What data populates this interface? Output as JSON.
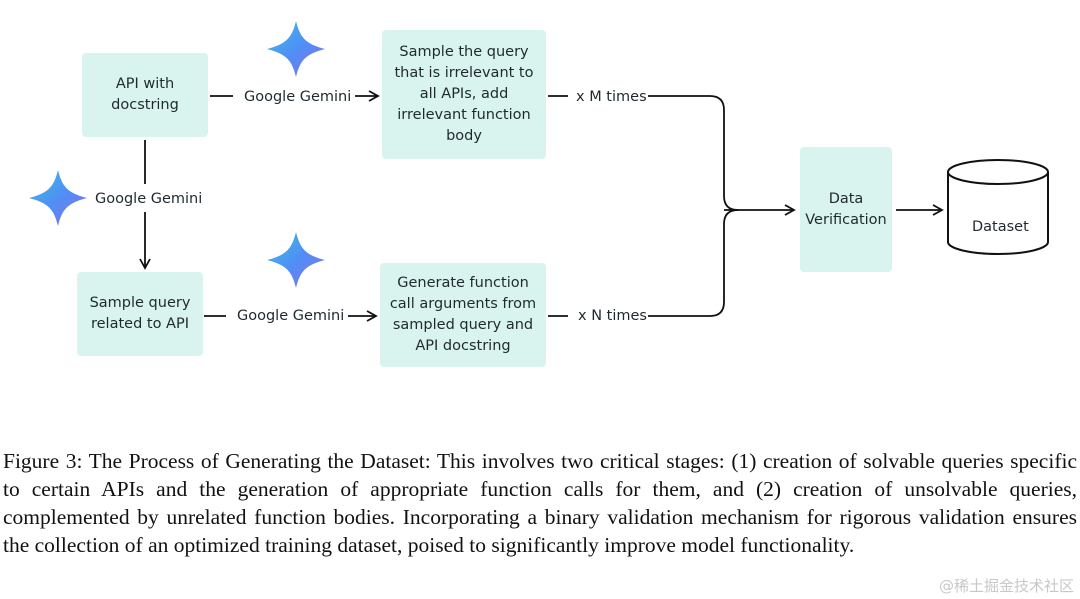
{
  "diagram": {
    "box_api_docstring": "API with docstring",
    "box_sample_irrelevant": "Sample the query that is irrelevant to all APIs, add irrelevant function body",
    "box_sample_related": "Sample query related to API",
    "box_generate_call": "Generate function call arguments from sampled query and API docstring",
    "box_data_verification": "Data Verification",
    "dataset_label": "Dataset",
    "edge_gemini_top": "Google Gemini",
    "edge_gemini_left": "Google Gemini",
    "edge_gemini_bottom": "Google Gemini",
    "edge_m_times": "x M times",
    "edge_n_times": "x N times",
    "box_fill_color": "#d9f3ef",
    "gemini_icon_colors": [
      "#4f8ff7",
      "#8a6fe0",
      "#3ec3d6"
    ]
  },
  "caption": {
    "text": "Figure 3: The Process of Generating the Dataset: This involves two critical stages: (1) creation of solvable queries specific to certain APIs and the generation of appropriate function calls for them, and (2) creation of unsolvable queries, complemented by unrelated function bodies. Incorporating a binary validation mechanism for rigorous validation ensures the collection of an optimized training dataset, poised to significantly improve model functionality."
  },
  "watermark": {
    "text": "@稀土掘金技术社区"
  }
}
